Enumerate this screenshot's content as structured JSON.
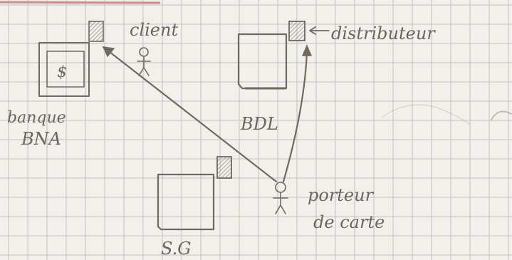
{
  "labels": {
    "client": "client",
    "distributeur": "distributeur",
    "banque": "banque",
    "bna": "BNA",
    "bdl": "BDL",
    "sg": "S.G",
    "porteur_line1": "porteur",
    "porteur_line2": "de carte",
    "dollar": "$"
  }
}
